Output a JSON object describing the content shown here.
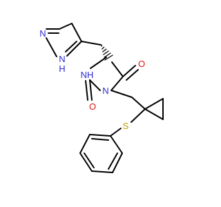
{
  "molecule": {
    "atoms": {
      "imidazole_n_top": "N",
      "imidazole_nh_n": "N",
      "imidazole_nh_h": "H",
      "hydantoin_nh": "NH",
      "carbonyl_o_right": "O",
      "hydantoin_n": "N",
      "carbonyl_o_left": "O",
      "thioether_s": "S"
    },
    "colors": {
      "nitrogen": "#2a2ad4",
      "oxygen": "#e0140f",
      "sulfur": "#b8a400",
      "bond": "#000000",
      "background": "#ffffff"
    }
  }
}
